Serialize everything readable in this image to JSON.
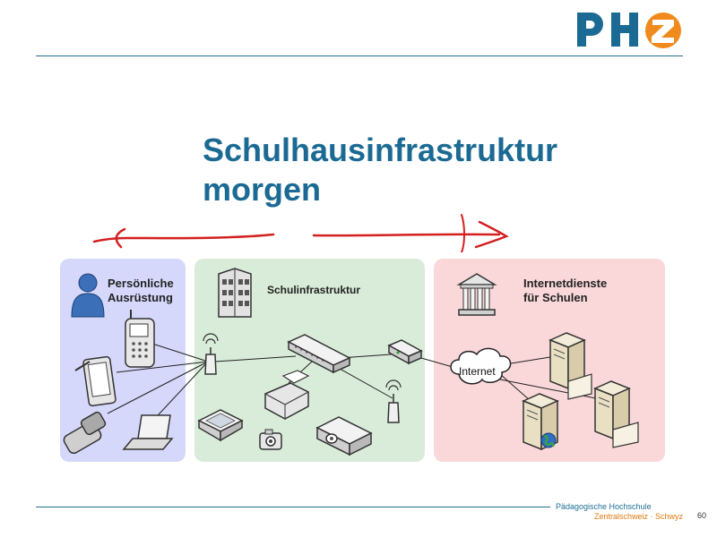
{
  "slide": {
    "title_line1": "Schulhausinfrastruktur",
    "title_line2": "morgen",
    "page_number": "60"
  },
  "panels": {
    "personal": {
      "label_line1": "Persönliche",
      "label_line2": "Ausrüstung",
      "color": "#d6d8fb"
    },
    "school": {
      "label": "Schulinfrastruktur",
      "color": "#d9ecd9"
    },
    "internet_services": {
      "label_line1": "Internetdienste",
      "label_line2": "für Schulen",
      "color": "#fad8da"
    }
  },
  "cloud": {
    "label": "Internet"
  },
  "footer": {
    "institution": "Pädagogische Hochschule",
    "sub": "Zentralschweiz · Schwyz"
  },
  "colors": {
    "brand_blue": "#1b6a93",
    "brand_orange": "#f08a1c",
    "annotation_red": "#d42020",
    "rule": "#1f6f96"
  },
  "icons": [
    "person-icon",
    "mobile-phone-icon",
    "pda-icon",
    "flip-phone-icon",
    "laptop-icon",
    "building-icon",
    "wireless-access-point-icon",
    "network-switch-icon",
    "router-icon",
    "printer-icon",
    "scanner-icon",
    "camera-icon",
    "projector-icon",
    "bank-building-icon",
    "server-icon",
    "globe-icon"
  ]
}
